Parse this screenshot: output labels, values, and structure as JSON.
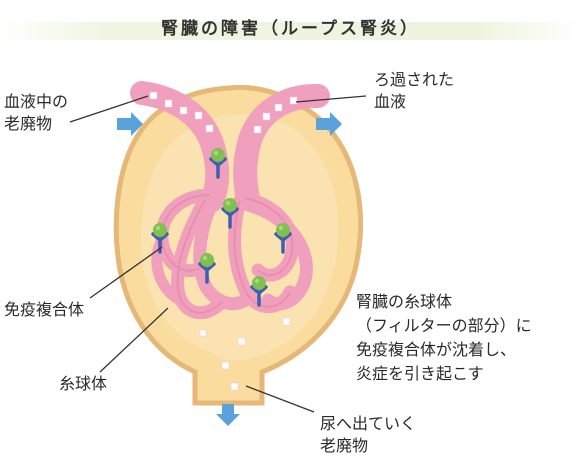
{
  "title": "腎臓の障害（ループス腎炎）",
  "labels": {
    "inflow": [
      "血液中の",
      "老廃物"
    ],
    "outflow": [
      "ろ過された",
      "血液"
    ],
    "immune_complex": "免疫複合体",
    "glomerulus": "糸球体",
    "urine": [
      "尿へ出ていく",
      "老廃物"
    ],
    "explanation": [
      "腎臓の糸球体",
      "（フィルターの部分）に",
      "免疫複合体が沈着し、",
      "炎症を引き起こす"
    ]
  },
  "colors": {
    "capsule_fill": "#f9dc9e",
    "capsule_edge": "#e6b878",
    "capillary": "#f0a0bc",
    "arrow": "#5aa2dc",
    "antigen": "#7fc04e",
    "antibody": "#3e5fb0",
    "title_band": "#eef4de"
  }
}
